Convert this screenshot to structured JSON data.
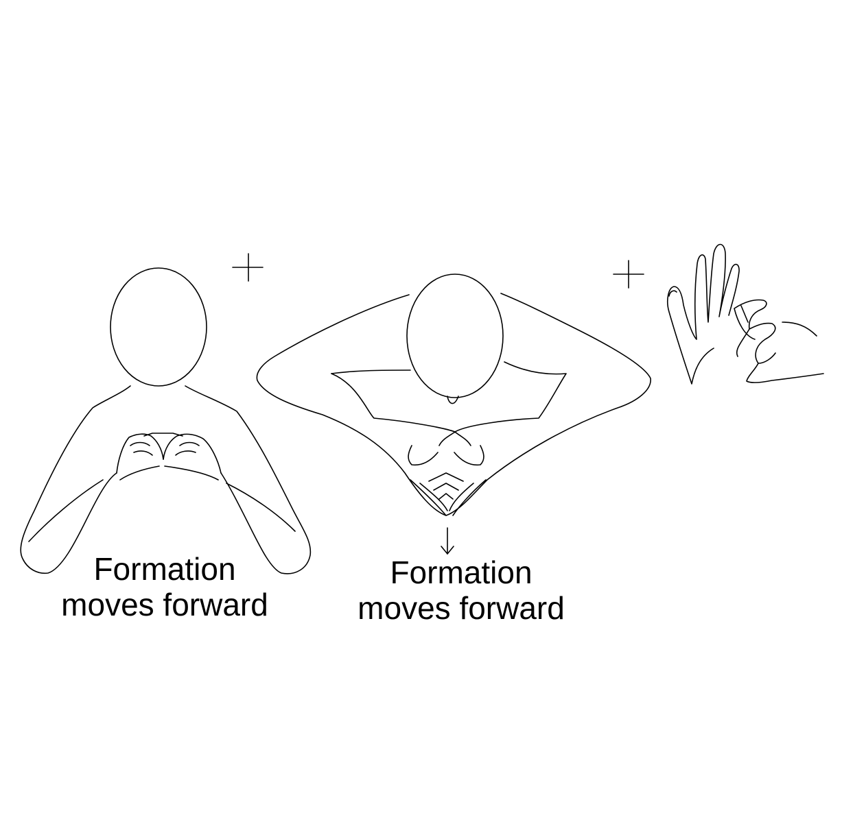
{
  "signs": [
    {
      "caption": {
        "line1": "Formation",
        "line2": "moves forward"
      }
    },
    {
      "caption": {
        "line1": "Formation",
        "line2": "moves forward"
      }
    }
  ],
  "icons": [
    "plus-sign-icon",
    "down-arrow-icon"
  ]
}
